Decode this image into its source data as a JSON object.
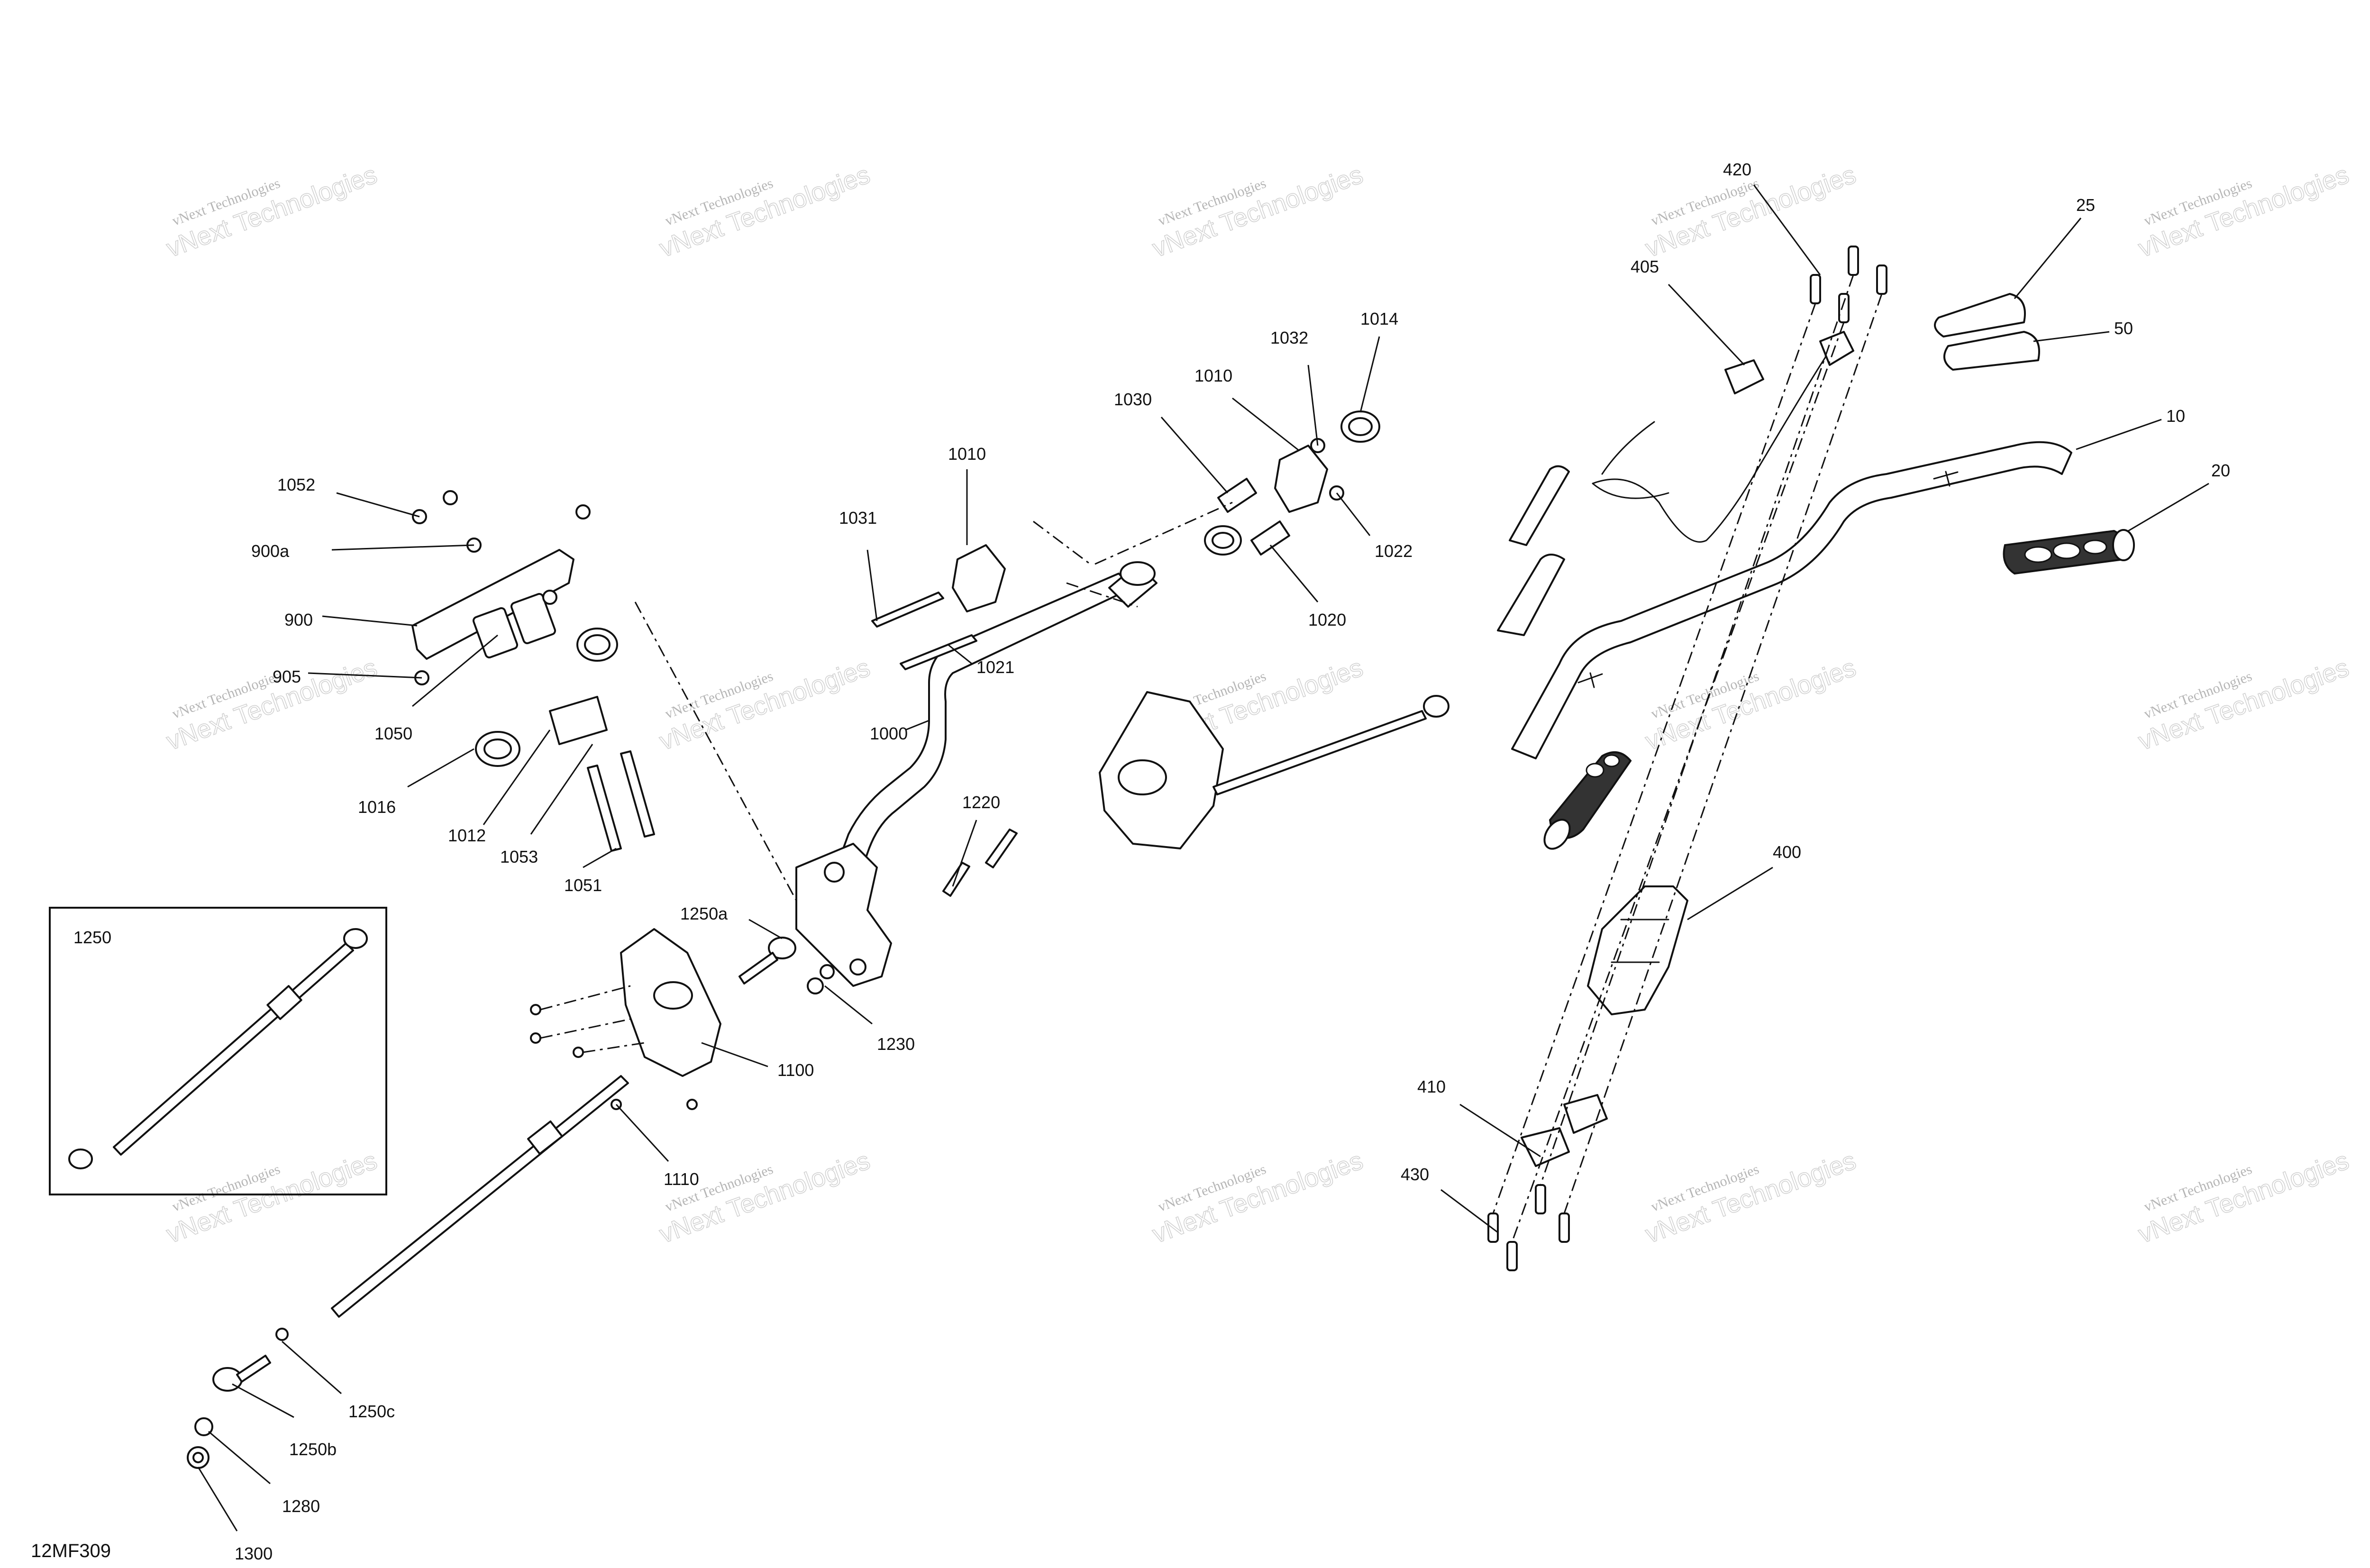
{
  "diagram": {
    "figure_code": "12MF309",
    "watermark_line1": "vNext Technologies",
    "watermark_line2": "vNext\nTechnologies",
    "inset_label": "1250",
    "callouts": {
      "c10": "10",
      "c20": "20",
      "c25": "25",
      "c50": "50",
      "c400": "400",
      "c405": "405",
      "c410": "410",
      "c420": "420",
      "c430": "430",
      "c900": "900",
      "c900a": "900a",
      "c905": "905",
      "c1000": "1000",
      "c1010a": "1010",
      "c1010b": "1010",
      "c1012": "1012",
      "c1014": "1014",
      "c1016": "1016",
      "c1020": "1020",
      "c1021": "1021",
      "c1022": "1022",
      "c1030": "1030",
      "c1031": "1031",
      "c1032": "1032",
      "c1050": "1050",
      "c1051": "1051",
      "c1052": "1052",
      "c1053": "1053",
      "c1100": "1100",
      "c1110": "1110",
      "c1220": "1220",
      "c1230": "1230",
      "c1250a": "1250a",
      "c1250b": "1250b",
      "c1250c": "1250c",
      "c1280": "1280",
      "c1300": "1300"
    }
  }
}
